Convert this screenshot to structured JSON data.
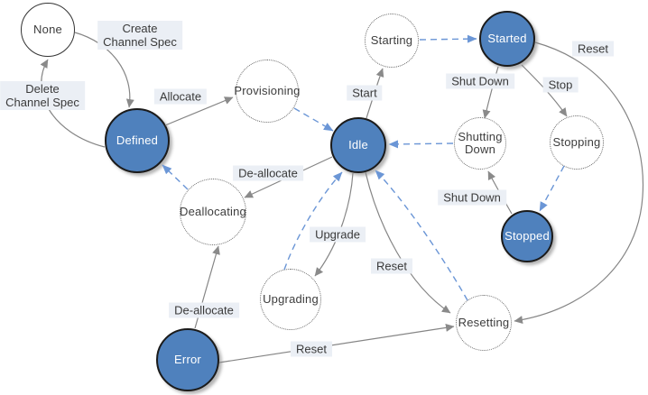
{
  "diagram": {
    "colors": {
      "stable_state_fill": "#4f81bd",
      "stable_state_border": "#1b1b1b",
      "stable_state_text": "#ffffff",
      "transient_state_border": "#6b6b6b",
      "transient_state_text": "#3d3d3d",
      "solid_edge": "#858585",
      "dashed_edge": "#6b96d6",
      "edge_label_background": "#ebeff5",
      "edge_label_text": "#3a3a3a",
      "background": "#ffffff"
    },
    "nodes": [
      {
        "id": "none",
        "label": "None",
        "kind": "initial"
      },
      {
        "id": "defined",
        "label": "Defined",
        "kind": "stable"
      },
      {
        "id": "provisioning",
        "label": "Provisioning",
        "kind": "transient"
      },
      {
        "id": "idle",
        "label": "Idle",
        "kind": "stable"
      },
      {
        "id": "starting",
        "label": "Starting",
        "kind": "transient"
      },
      {
        "id": "started",
        "label": "Started",
        "kind": "stable"
      },
      {
        "id": "shutting_down",
        "label": "Shutting\nDown",
        "kind": "transient"
      },
      {
        "id": "stopping",
        "label": "Stopping",
        "kind": "transient"
      },
      {
        "id": "stopped",
        "label": "Stopped",
        "kind": "stable"
      },
      {
        "id": "deallocating",
        "label": "Deallocating",
        "kind": "transient"
      },
      {
        "id": "upgrading",
        "label": "Upgrading",
        "kind": "transient"
      },
      {
        "id": "resetting",
        "label": "Resetting",
        "kind": "transient"
      },
      {
        "id": "error",
        "label": "Error",
        "kind": "stable"
      }
    ],
    "edges": [
      {
        "id": "create",
        "from": "none",
        "to": "defined",
        "label": "Create\nChannel Spec",
        "style": "solid"
      },
      {
        "id": "delete",
        "from": "defined",
        "to": "none",
        "label": "Delete\nChannel Spec",
        "style": "solid"
      },
      {
        "id": "allocate",
        "from": "defined",
        "to": "provisioning",
        "label": "Allocate",
        "style": "solid"
      },
      {
        "id": "provisioned",
        "from": "provisioning",
        "to": "idle",
        "label": "",
        "style": "dashed"
      },
      {
        "id": "start",
        "from": "idle",
        "to": "starting",
        "label": "Start",
        "style": "solid"
      },
      {
        "id": "starting_done",
        "from": "starting",
        "to": "started",
        "label": "",
        "style": "dashed"
      },
      {
        "id": "shutdown_started",
        "from": "started",
        "to": "shutting_down",
        "label": "Shut Down",
        "style": "solid"
      },
      {
        "id": "stop",
        "from": "started",
        "to": "stopping",
        "label": "Stop",
        "style": "solid"
      },
      {
        "id": "stopping_done",
        "from": "stopping",
        "to": "stopped",
        "label": "",
        "style": "dashed"
      },
      {
        "id": "shutdown_stopped",
        "from": "stopped",
        "to": "shutting_down",
        "label": "Shut Down",
        "style": "solid"
      },
      {
        "id": "shutdown_done",
        "from": "shutting_down",
        "to": "idle",
        "label": "",
        "style": "dashed"
      },
      {
        "id": "deallocate_idle",
        "from": "idle",
        "to": "deallocating",
        "label": "De-allocate",
        "style": "solid"
      },
      {
        "id": "deallocated",
        "from": "deallocating",
        "to": "defined",
        "label": "",
        "style": "dashed"
      },
      {
        "id": "upgrade",
        "from": "idle",
        "to": "upgrading",
        "label": "Upgrade",
        "style": "solid"
      },
      {
        "id": "upgraded",
        "from": "upgrading",
        "to": "idle",
        "label": "",
        "style": "dashed"
      },
      {
        "id": "reset_idle",
        "from": "idle",
        "to": "resetting",
        "label": "Reset",
        "style": "solid"
      },
      {
        "id": "reset_done",
        "from": "resetting",
        "to": "idle",
        "label": "",
        "style": "dashed"
      },
      {
        "id": "deallocate_error",
        "from": "error",
        "to": "deallocating",
        "label": "De-allocate",
        "style": "solid"
      },
      {
        "id": "reset_error",
        "from": "error",
        "to": "resetting",
        "label": "Reset",
        "style": "solid"
      },
      {
        "id": "reset_started",
        "from": "started",
        "to": "resetting",
        "label": "Reset",
        "style": "solid"
      }
    ]
  }
}
